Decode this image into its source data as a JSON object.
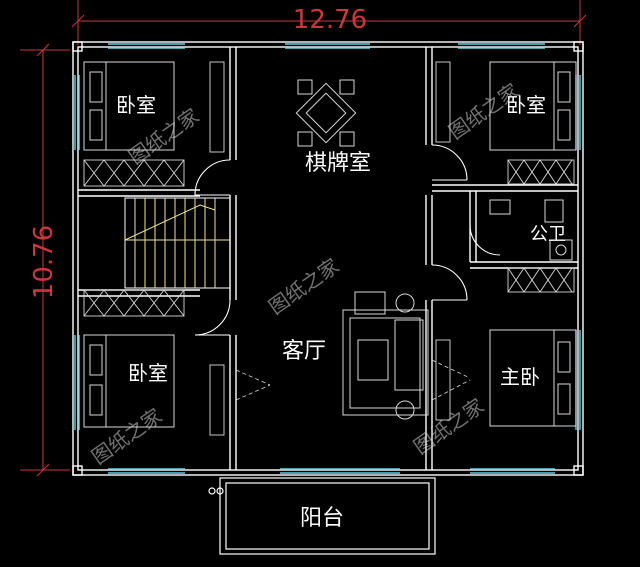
{
  "dimensions": {
    "width_label": "12.76",
    "height_label": "10.76"
  },
  "rooms": {
    "bedroom_top_left": "卧室",
    "bedroom_top_right": "卧室",
    "bedroom_bottom_left": "卧室",
    "chess_room": "棋牌室",
    "living_room": "客厅",
    "master_bedroom": "主卧",
    "public_bathroom": "公卫",
    "balcony": "阳台"
  },
  "watermark": "图纸之家",
  "colors": {
    "background": "#000000",
    "wall": "#ffffff",
    "dimension": "#c8383c",
    "window": "#5fd3e0",
    "furniture": "#d9d9d9",
    "hatch": "#d9d9d9",
    "stairs": "#f0e68c"
  }
}
